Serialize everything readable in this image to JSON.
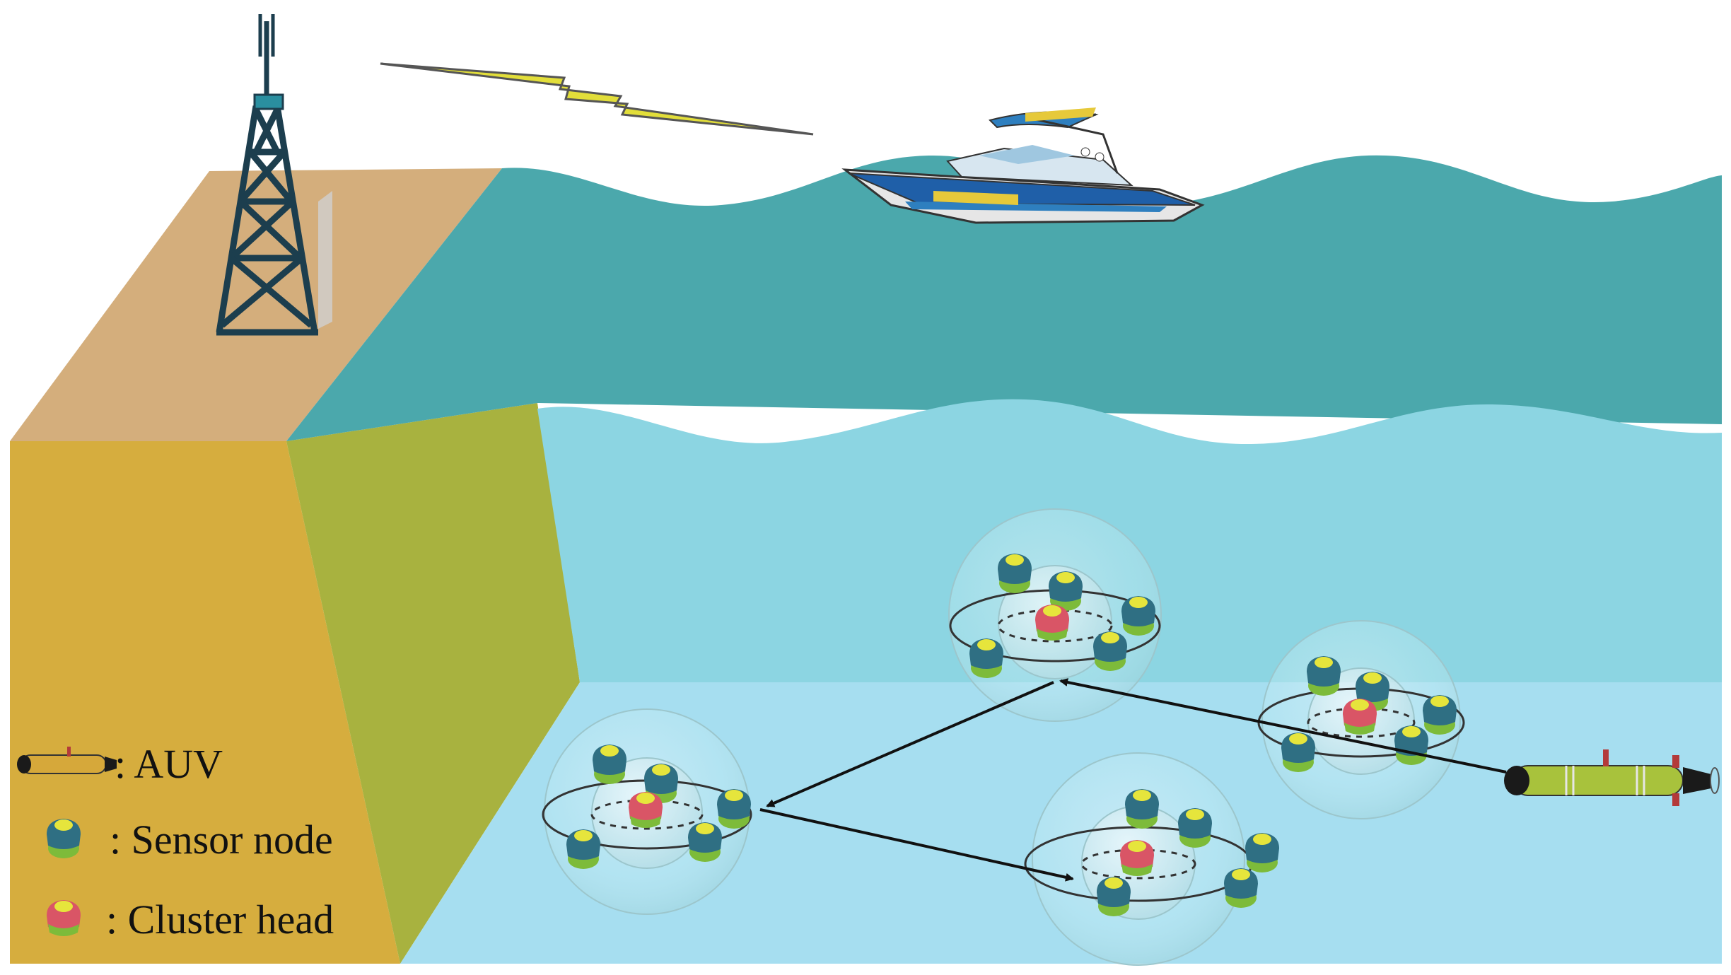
{
  "legend": {
    "auv": ": AUV",
    "sensor_node": ": Sensor node",
    "cluster_head": ": Cluster head"
  },
  "colors": {
    "land_top": "#d4ae7c",
    "cliff_front": "#d6ad3e",
    "cliff_side": "#a8b23f",
    "surface_water": "#4ba8ac",
    "deep_water": "#8cd5e2",
    "seabed_water": "#a6def0",
    "sensor_body": "#2f6f83",
    "sensor_base": "#7dbb3a",
    "sensor_top": "#e6e53c",
    "cluster_head_body": "#d95566",
    "tower": "#1c3e4e",
    "tower_accent": "#2a8fa0",
    "signal_bolt": "#e2de3a",
    "arrow": "#111111"
  },
  "icons": {
    "tower": "radio-tower-icon",
    "signal": "lightning-signal-icon",
    "boat": "speedboat-icon",
    "auv": "auv-submarine-icon",
    "sensor_node": "sensor-node-icon",
    "cluster_head": "cluster-head-icon"
  }
}
